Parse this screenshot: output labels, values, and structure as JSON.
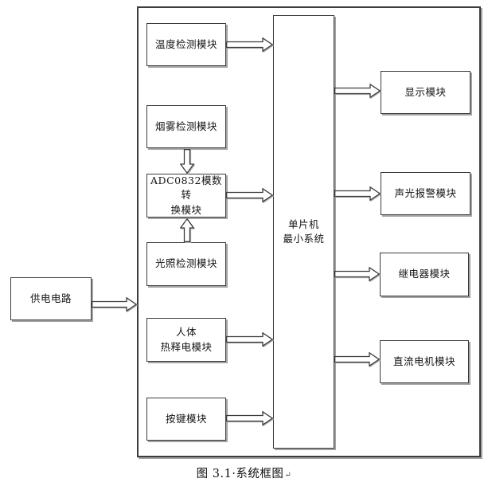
{
  "diagram": {
    "caption": {
      "text": "图 3.1·系统框图",
      "return_mark": "↵"
    },
    "boxes": {
      "power": "供电电路",
      "mcu": "单片机\n最小系统",
      "temp": "温度检测模块",
      "smoke": "烟雾检测模块",
      "adc": "ADC0832模数转\n换模块",
      "light": "光照检测模块",
      "human": "人体\n热释电模块",
      "key": "按键模块",
      "display": "显示模块",
      "alarm": "声光报警模块",
      "relay": "继电器模块",
      "motor": "直流电机模块"
    },
    "colors": {
      "line": "#3c3c3c",
      "shadow": "#a3a3a3",
      "background": "#ffffff",
      "text": "#141414"
    }
  }
}
